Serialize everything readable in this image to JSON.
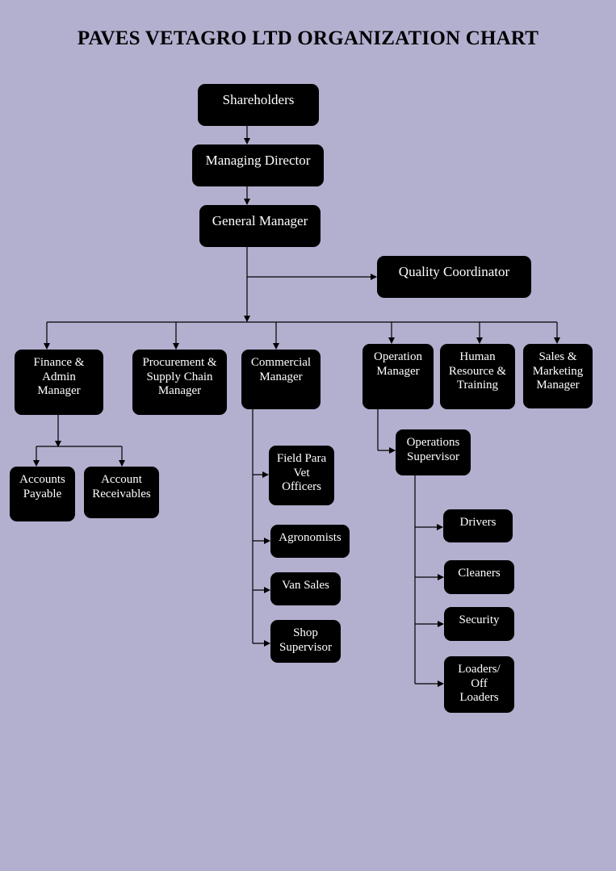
{
  "chart": {
    "title": "PAVES VETAGRO LTD ORGANIZATION CHART",
    "nodes": {
      "shareholders": "Shareholders",
      "managing_director": "Managing Director",
      "general_manager": "General Manager",
      "quality_coordinator": "Quality Coordinator",
      "finance_admin": "Finance &\nAdmin\nManager",
      "procurement": "Procurement &\nSupply Chain\nManager",
      "commercial": "Commercial\nManager",
      "operation_manager": "Operation\nManager",
      "human_resource": "Human\nResource &\nTraining",
      "sales_marketing": "Sales &\nMarketing\nManager",
      "accounts_payable": "Accounts\nPayable",
      "account_receivables": "Account\nReceivables",
      "field_para_vet": "Field Para\nVet\nOfficers",
      "agronomists": "Agronomists",
      "van_sales": "Van Sales",
      "shop_supervisor": "Shop\nSupervisor",
      "operations_supervisor": "Operations\nSupervisor",
      "drivers": "Drivers",
      "cleaners": "Cleaners",
      "security": "Security",
      "loaders": "Loaders/\nOff\nLoaders"
    }
  }
}
